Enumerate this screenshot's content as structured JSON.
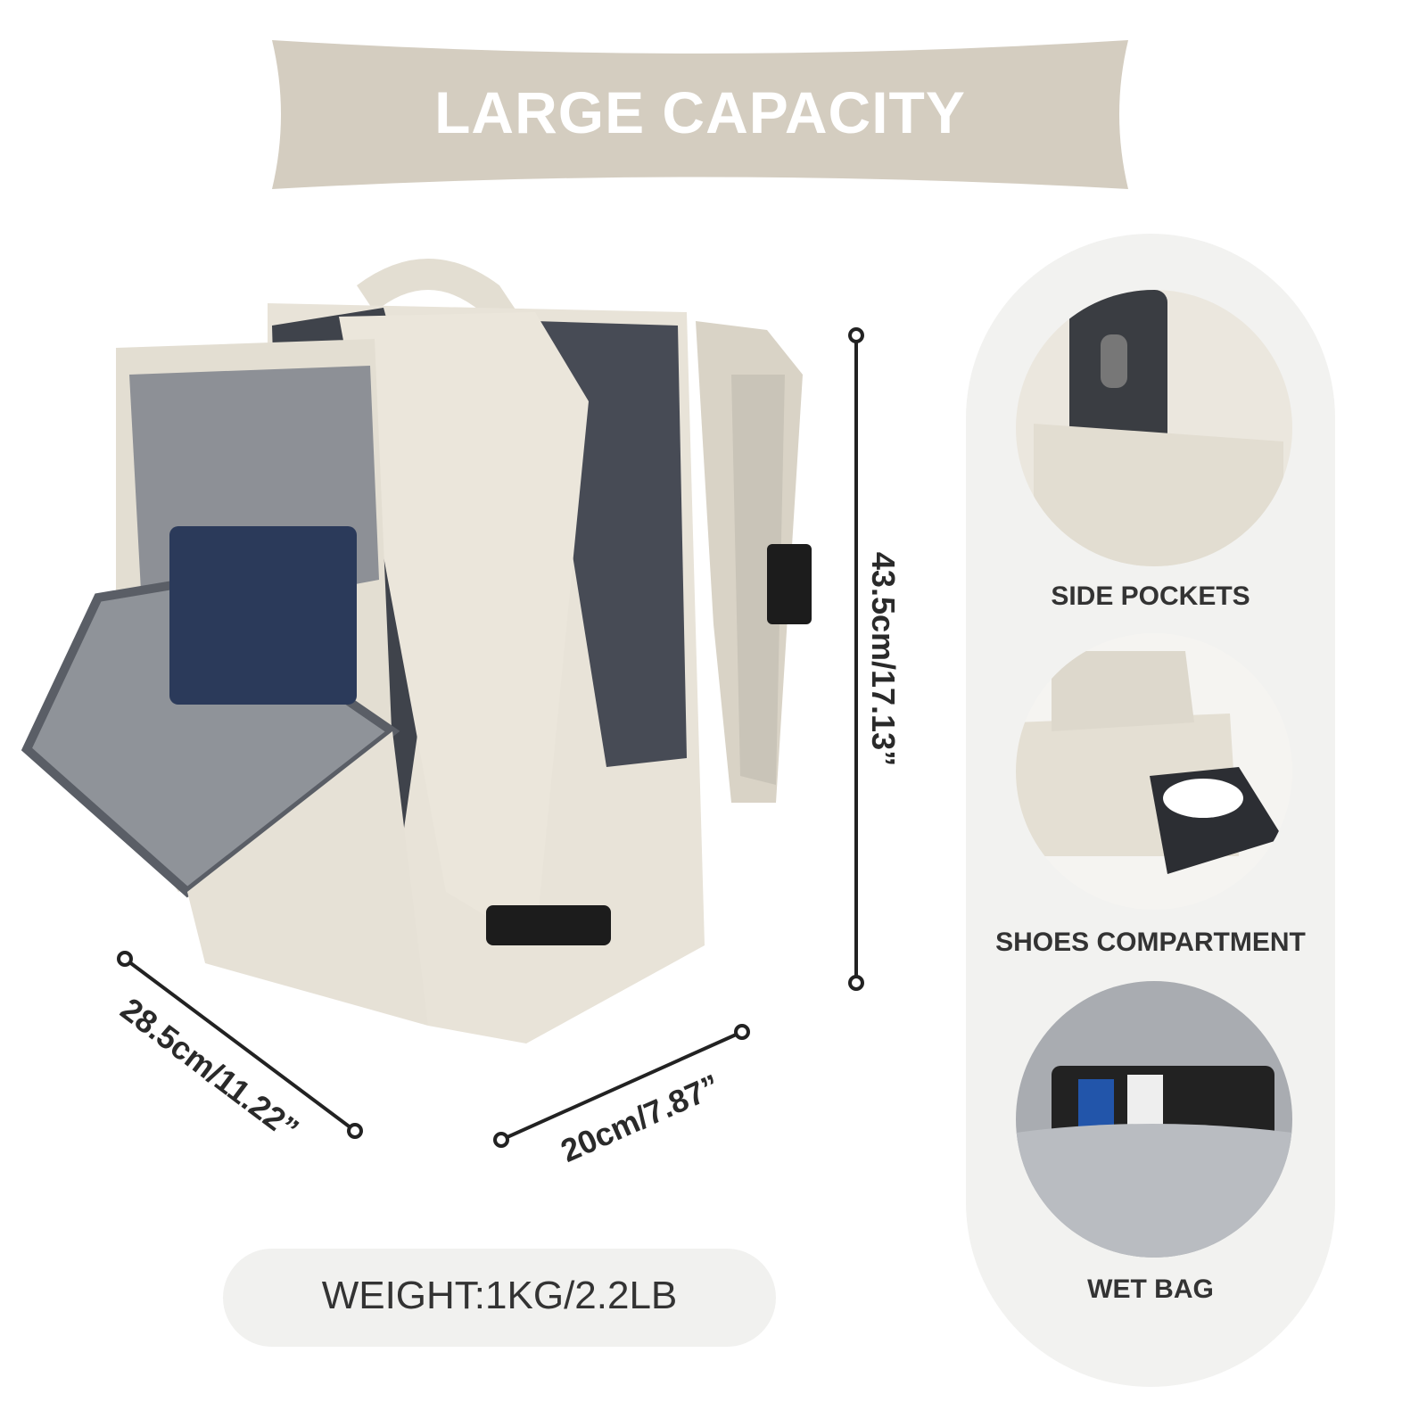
{
  "banner": {
    "title": "LARGE CAPACITY",
    "color": "#d4cdc0"
  },
  "dimensions": {
    "height": "43.5cm/17.13”",
    "length": "28.5cm/11.22”",
    "width": "20cm/7.87”"
  },
  "weight": "WEIGHT:1KG/2.2LB",
  "features": [
    {
      "label": "SIDE POCKETS"
    },
    {
      "label": "SHOES COMPARTMENT"
    },
    {
      "label": "WET BAG"
    }
  ],
  "colors": {
    "bag": "#e8e3d8",
    "lining": "#4a4d55",
    "panel": "#f2f2f0"
  }
}
